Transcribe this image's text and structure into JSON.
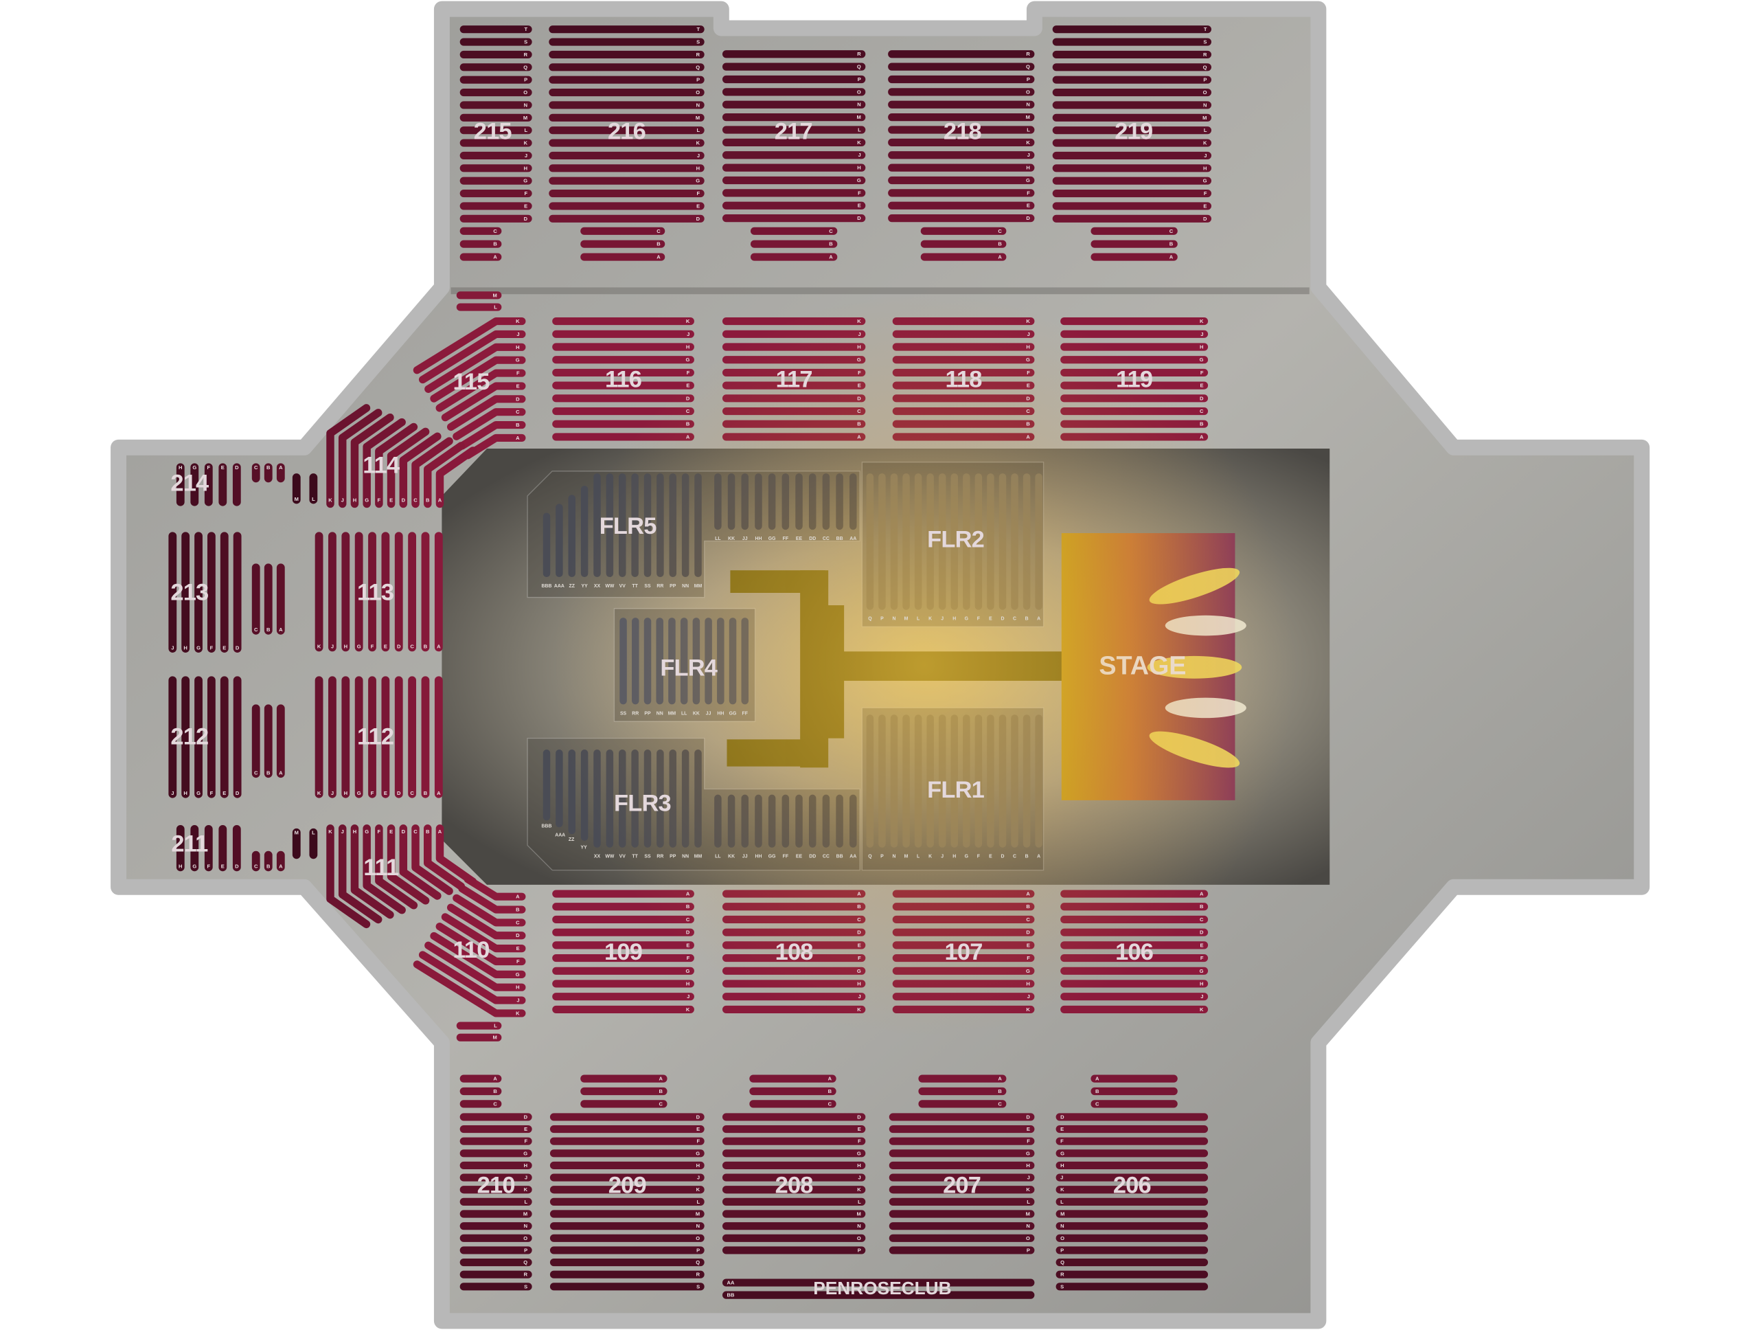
{
  "venue_map": {
    "stage_label": "STAGE",
    "club_label": "PENROSECLUB",
    "colors": {
      "seat_dark": "#3c0a1c",
      "seat_light": "#8c1a3c",
      "floor_seat": "#4e5058",
      "stage_glow": "#e8c030",
      "catwalk": "#7a6a12",
      "border": "#b8b8b8",
      "concrete": "#a8a8a4"
    }
  },
  "sections": {
    "215": {
      "name": "215",
      "rows": [
        "T",
        "S",
        "R",
        "Q",
        "P",
        "O",
        "N",
        "M",
        "L",
        "K",
        "J",
        "H",
        "G",
        "F",
        "E",
        "D",
        "C",
        "B",
        "A"
      ]
    },
    "216": {
      "name": "216",
      "rows": [
        "T",
        "S",
        "R",
        "Q",
        "P",
        "O",
        "N",
        "M",
        "L",
        "K",
        "J",
        "H",
        "G",
        "F",
        "E",
        "D",
        "C",
        "B",
        "A"
      ]
    },
    "217": {
      "name": "217",
      "rows": [
        "R",
        "Q",
        "P",
        "O",
        "N",
        "M",
        "L",
        "K",
        "J",
        "H",
        "G",
        "F",
        "E",
        "D",
        "C",
        "B",
        "A"
      ]
    },
    "218": {
      "name": "218",
      "rows": [
        "R",
        "Q",
        "P",
        "O",
        "N",
        "M",
        "L",
        "K",
        "J",
        "H",
        "G",
        "F",
        "E",
        "D",
        "C",
        "B",
        "A"
      ]
    },
    "219": {
      "name": "219",
      "rows": [
        "T",
        "S",
        "R",
        "Q",
        "P",
        "O",
        "N",
        "M",
        "L",
        "K",
        "J",
        "H",
        "G",
        "F",
        "E",
        "D",
        "C",
        "B",
        "A"
      ]
    },
    "115": {
      "name": "115",
      "rows": [
        "M",
        "L",
        "K",
        "J",
        "H",
        "G",
        "F",
        "E",
        "D",
        "C",
        "B",
        "A"
      ]
    },
    "116": {
      "name": "116",
      "rows": [
        "K",
        "J",
        "H",
        "G",
        "F",
        "E",
        "D",
        "C",
        "B",
        "A"
      ]
    },
    "117": {
      "name": "117",
      "rows": [
        "K",
        "J",
        "H",
        "G",
        "F",
        "E",
        "D",
        "C",
        "B",
        "A"
      ]
    },
    "118": {
      "name": "118",
      "rows": [
        "K",
        "J",
        "H",
        "G",
        "F",
        "E",
        "D",
        "C",
        "B",
        "A"
      ]
    },
    "119": {
      "name": "119",
      "rows": [
        "K",
        "J",
        "H",
        "G",
        "F",
        "E",
        "D",
        "C",
        "B",
        "A"
      ]
    },
    "114": {
      "name": "114",
      "rows": [
        "M",
        "L",
        "K",
        "J",
        "H",
        "G",
        "F",
        "E",
        "D",
        "C",
        "B",
        "A"
      ]
    },
    "113": {
      "name": "113",
      "rows": [
        "K",
        "J",
        "H",
        "G",
        "F",
        "E",
        "D",
        "C",
        "B",
        "A"
      ]
    },
    "112": {
      "name": "112",
      "rows": [
        "K",
        "J",
        "H",
        "G",
        "F",
        "E",
        "D",
        "C",
        "B",
        "A"
      ]
    },
    "111": {
      "name": "111",
      "rows": [
        "M",
        "L",
        "K",
        "J",
        "H",
        "G",
        "F",
        "E",
        "D",
        "C",
        "B",
        "A"
      ]
    },
    "110": {
      "name": "110",
      "rows": [
        "A",
        "B",
        "C",
        "D",
        "E",
        "F",
        "G",
        "H",
        "J",
        "K",
        "L",
        "M"
      ]
    },
    "109": {
      "name": "109",
      "rows": [
        "A",
        "B",
        "C",
        "D",
        "E",
        "F",
        "G",
        "H",
        "J",
        "K"
      ]
    },
    "108": {
      "name": "108",
      "rows": [
        "A",
        "B",
        "C",
        "D",
        "E",
        "F",
        "G",
        "H",
        "J",
        "K"
      ]
    },
    "107": {
      "name": "107",
      "rows": [
        "A",
        "B",
        "C",
        "D",
        "E",
        "F",
        "G",
        "H",
        "J",
        "K"
      ]
    },
    "106": {
      "name": "106",
      "rows": [
        "A",
        "B",
        "C",
        "D",
        "E",
        "F",
        "G",
        "H",
        "J",
        "K"
      ]
    },
    "214": {
      "name": "214",
      "rows": [
        "H",
        "G",
        "F",
        "E",
        "D",
        "C",
        "B",
        "A"
      ]
    },
    "213": {
      "name": "213",
      "rows": [
        "J",
        "H",
        "G",
        "F",
        "E",
        "D",
        "C",
        "B",
        "A"
      ]
    },
    "212": {
      "name": "212",
      "rows": [
        "J",
        "H",
        "G",
        "F",
        "E",
        "D",
        "C",
        "B",
        "A"
      ]
    },
    "211": {
      "name": "211",
      "rows": [
        "H",
        "G",
        "F",
        "E",
        "D",
        "C",
        "B",
        "A"
      ]
    },
    "210": {
      "name": "210",
      "rows": [
        "A",
        "B",
        "C",
        "D",
        "E",
        "F",
        "G",
        "H",
        "J",
        "K",
        "L",
        "M",
        "N",
        "O",
        "P",
        "Q",
        "R",
        "S"
      ]
    },
    "209": {
      "name": "209",
      "rows": [
        "A",
        "B",
        "C",
        "D",
        "E",
        "F",
        "G",
        "H",
        "J",
        "K",
        "L",
        "M",
        "N",
        "O",
        "P",
        "Q",
        "R",
        "S"
      ]
    },
    "208": {
      "name": "208",
      "rows": [
        "A",
        "B",
        "C",
        "D",
        "E",
        "F",
        "G",
        "H",
        "J",
        "K",
        "L",
        "M",
        "N",
        "O",
        "P"
      ]
    },
    "207": {
      "name": "207",
      "rows": [
        "A",
        "B",
        "C",
        "D",
        "E",
        "F",
        "G",
        "H",
        "J",
        "K",
        "L",
        "M",
        "N",
        "O",
        "P"
      ]
    },
    "206": {
      "name": "206",
      "rows": [
        "A",
        "B",
        "C",
        "D",
        "E",
        "F",
        "G",
        "H",
        "J",
        "K",
        "L",
        "M",
        "N",
        "O",
        "P",
        "Q",
        "R",
        "S"
      ]
    },
    "club": {
      "name": "PENROSECLUB",
      "rows": [
        "AA",
        "BB"
      ]
    }
  },
  "floor": {
    "FLR5": {
      "name": "FLR5",
      "rows": [
        "BBB",
        "AAA",
        "ZZ",
        "YY",
        "XX",
        "WW",
        "VV",
        "TT",
        "SS",
        "RR",
        "PP",
        "NN",
        "MM",
        "LL",
        "KK",
        "JJ",
        "HH",
        "GG",
        "FF",
        "EE",
        "DD",
        "CC",
        "BB",
        "AA"
      ]
    },
    "FLR4": {
      "name": "FLR4",
      "rows": [
        "SS",
        "RR",
        "PP",
        "NN",
        "MM",
        "LL",
        "KK",
        "JJ",
        "HH",
        "GG",
        "FF"
      ]
    },
    "FLR3": {
      "name": "FLR3",
      "rows": [
        "BBB",
        "AAA",
        "ZZ",
        "YY",
        "XX",
        "WW",
        "VV",
        "TT",
        "SS",
        "RR",
        "PP",
        "NN",
        "MM",
        "LL",
        "KK",
        "JJ",
        "HH",
        "GG",
        "FF",
        "EE",
        "DD",
        "CC",
        "BB",
        "AA"
      ]
    },
    "FLR2": {
      "name": "FLR2",
      "rows": [
        "Q",
        "P",
        "N",
        "M",
        "L",
        "K",
        "J",
        "H",
        "G",
        "F",
        "E",
        "D",
        "C",
        "B",
        "A"
      ]
    },
    "FLR1": {
      "name": "FLR1",
      "rows": [
        "Q",
        "P",
        "N",
        "M",
        "L",
        "K",
        "J",
        "H",
        "G",
        "F",
        "E",
        "D",
        "C",
        "B",
        "A"
      ]
    }
  }
}
